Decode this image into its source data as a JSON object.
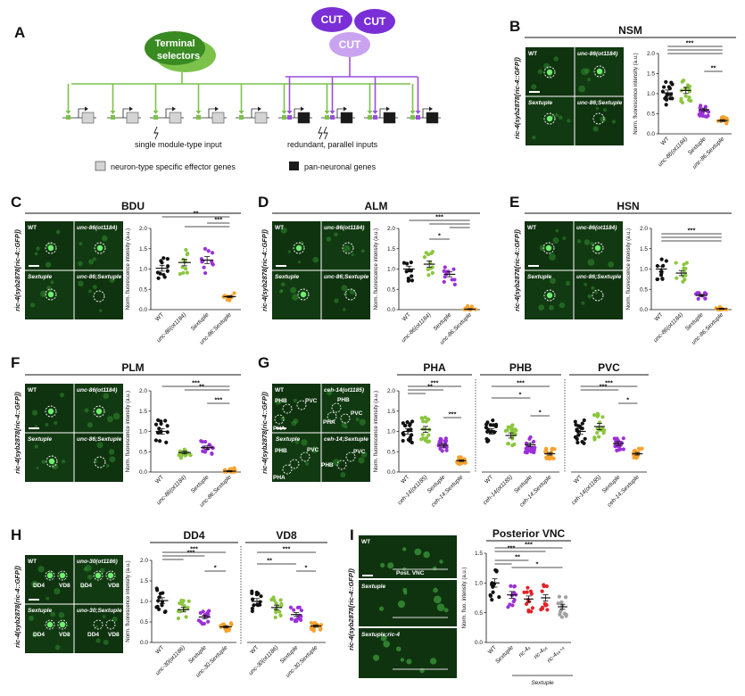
{
  "colors": {
    "wt": "#111111",
    "mut": "#8cc63f",
    "sext": "#9b30d9",
    "double": "#f7a22e",
    "red": "#e3242b",
    "grey": "#a0a0a0",
    "tsDark": "#3a8a22",
    "tsLight": "#7cc24a",
    "cutDark": "#7a2fd6",
    "cutLight": "#c9a3ef",
    "green": "#7cc24a",
    "purple": "#9a4fe0"
  },
  "schematic": {
    "panel_label": "A",
    "terminal_selectors": [
      "Terminal",
      "selectors"
    ],
    "cut": "CUT",
    "single_input": "single module-type input",
    "redundant_input": "redundant, parallel inputs",
    "legend_effector": "neuron-type specific effector genes",
    "legend_panneuronal": "pan-neuronal genes"
  },
  "reporter_label": "ric-4(syb2878[ric-4::GFP])",
  "ylabel": "Norm. fluorescence intensity (a.u.)",
  "ylabel_short": "Norm. fluo. intensity (a.u.)",
  "micro_labels": {
    "wt": "WT",
    "sextuple": "Sextuple",
    "unc86": "unc-86(ot1184)",
    "unc86s": "unc-86;Sextuple",
    "ceh14": "ceh-14(ot1185)",
    "ceh14s": "ceh-14;Sextuple",
    "unc30": "uno-30(ot1186)",
    "unc30s": "uno-30;Sextuple",
    "postvnc": "Post. VNC",
    "sextric": "Sextuple;ric-4",
    "pha": "PHA",
    "phb": "PHB",
    "pvc": "PVC",
    "dd4": "DD4",
    "vd8": "VD8"
  },
  "sig": {
    "s3": "***",
    "s2": "**",
    "s1": "*"
  },
  "chart_data": [
    {
      "type": "scatter",
      "panel": "B",
      "title": "NSM",
      "categories": [
        "WT",
        "unc-86(ot1184)",
        "Sextuple",
        "unc-86;Sextuple"
      ],
      "values": [
        1.02,
        1.08,
        0.6,
        0.33
      ],
      "ylim": [
        0,
        2.0
      ],
      "yticks": [
        "0.0",
        "0.5",
        "1.0",
        "1.5",
        "2.0"
      ],
      "significance": [
        "***",
        "***",
        "***",
        "**"
      ]
    },
    {
      "type": "scatter",
      "panel": "C",
      "title": "BDU",
      "categories": [
        "WT",
        "unc-86(ot1184)",
        "Sextuple",
        "unc-86;Sextuple"
      ],
      "values": [
        1.02,
        1.16,
        1.22,
        0.32
      ],
      "ylim": [
        0,
        2.0
      ],
      "yticks": [
        "0.0",
        "0.5",
        "1.0",
        "1.5",
        "2.0"
      ],
      "significance": [
        "**",
        "***"
      ]
    },
    {
      "type": "scatter",
      "panel": "D",
      "title": "ALM",
      "categories": [
        "WT",
        "unc-86(ot1184)",
        "Sextuple",
        "unc-86;Sextuple"
      ],
      "values": [
        1.0,
        1.12,
        0.87,
        0.01
      ],
      "ylim": [
        0,
        2.0
      ],
      "yticks": [
        "0.0",
        "0.5",
        "1.0",
        "1.5",
        "2.0"
      ],
      "significance": [
        "***",
        "*"
      ]
    },
    {
      "type": "scatter",
      "panel": "E",
      "title": "HSN",
      "categories": [
        "WT",
        "unc-86(ot1184)",
        "Sextuple",
        "unc-86;Sextuple"
      ],
      "values": [
        1.0,
        0.9,
        0.35,
        0.02
      ],
      "ylim": [
        0,
        2.0
      ],
      "yticks": [
        "0.0",
        "0.5",
        "1.0",
        "1.5",
        "2.0"
      ],
      "significance": [
        "***"
      ]
    },
    {
      "type": "scatter",
      "panel": "F",
      "title": "PLM",
      "categories": [
        "WT",
        "unc-86(ot1184)",
        "Sextuple",
        "unc-86;Sextuple"
      ],
      "values": [
        1.0,
        0.48,
        0.6,
        0.02
      ],
      "ylim": [
        0,
        2.0
      ],
      "yticks": [
        "0.0",
        "0.5",
        "1.0",
        "1.5",
        "2.0"
      ],
      "significance": [
        "***",
        "**",
        "***"
      ]
    },
    {
      "type": "scatter",
      "panel": "G",
      "groups": [
        {
          "title": "PHA",
          "categories": [
            "WT",
            "ceh-14(ot1185)",
            "Sextuple",
            "ceh-14;Sextuple"
          ],
          "values": [
            1.0,
            1.05,
            0.66,
            0.28
          ],
          "significance": [
            "***",
            "**",
            "***"
          ]
        },
        {
          "title": "PHB",
          "categories": [
            "WT",
            "ceh-14(ot1185)",
            "Sextuple",
            "ceh-14;Sextuple"
          ],
          "values": [
            1.0,
            0.9,
            0.67,
            0.45
          ],
          "significance": [
            "***",
            "*",
            "*"
          ]
        },
        {
          "title": "PVC",
          "categories": [
            "WT",
            "ceh-14(ot1185)",
            "Sextuple",
            "ceh-14;Sextuple"
          ],
          "values": [
            1.0,
            1.12,
            0.7,
            0.45
          ],
          "significance": [
            "***",
            "***",
            "*"
          ]
        }
      ],
      "ylim": [
        0,
        2.0
      ],
      "yticks": [
        "0.0",
        "0.5",
        "1.0",
        "1.5",
        "2.0"
      ]
    },
    {
      "type": "scatter",
      "panel": "H",
      "groups": [
        {
          "title": "DD4",
          "categories": [
            "WT",
            "unc-30(ot1186)",
            "Sextuple",
            "unc-30;Sextuple"
          ],
          "values": [
            1.02,
            0.8,
            0.62,
            0.38
          ],
          "significance": [
            "***",
            "***",
            "*"
          ]
        },
        {
          "title": "VD8",
          "categories": [
            "WT",
            "unc-30(ot1186)",
            "Sextuple",
            "unc-30;Sextuple"
          ],
          "values": [
            1.0,
            0.85,
            0.68,
            0.4
          ],
          "significance": [
            "***",
            "**",
            "*"
          ]
        }
      ],
      "ylim": [
        0,
        2.0
      ],
      "yticks": [
        "0.0",
        "0.5",
        "1.0",
        "1.5",
        "2.0"
      ]
    },
    {
      "type": "scatter",
      "panel": "I",
      "title": "Posterior VNC",
      "categories": [
        "WT",
        "Sextuple",
        "ric-4₄",
        "ric-4₅₆",
        "ric-4₅₆₊₄"
      ],
      "xgroup_label": "Sextuple",
      "values": [
        1.0,
        0.8,
        0.73,
        0.75,
        0.6
      ],
      "ylim": [
        0,
        1.5
      ],
      "yticks": [
        "0.0",
        "0.5",
        "1.0",
        "1.5"
      ],
      "significance": [
        "***",
        "***",
        "**",
        "*"
      ]
    }
  ]
}
